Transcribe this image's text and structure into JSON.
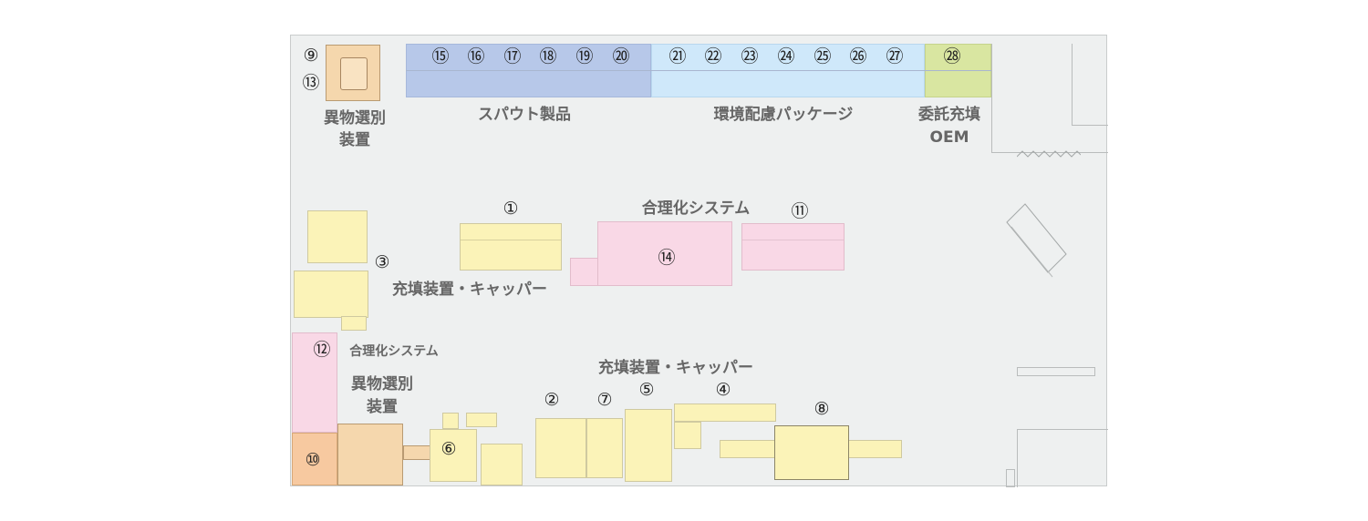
{
  "colors": {
    "spout": "#b7c8e9",
    "eco": "#cfe8fa",
    "oem": "#d9e6a1",
    "equipment": "#fbf3b8",
    "rationalization": "#f9d8e6",
    "foreign_detect": "#f7c9a0"
  },
  "top_numbers": [
    "⑨",
    "⑬",
    "⑮",
    "⑯",
    "⑰",
    "⑱",
    "⑲",
    "⑳",
    "㉑",
    "㉒",
    "㉓",
    "㉔",
    "㉕",
    "㉖",
    "㉗",
    "㉘"
  ],
  "labels": {
    "foreign_sort_top_line1": "異物選別",
    "foreign_sort_top_line2": "装置",
    "spout": "スパウト製品",
    "eco": "環境配慮パッケージ",
    "oem_line1": "委託充填",
    "oem_line2": "OEM",
    "rational_center": "合理化システム",
    "filler_left": "充填装置・キャッパー",
    "rational_left": "合理化システム",
    "foreign_sort_bottom_line1": "異物選別",
    "foreign_sort_bottom_line2": "装置",
    "filler_bottom": "充填装置・キャッパー"
  },
  "markers": {
    "m1": "①",
    "m2": "②",
    "m3": "③",
    "m4": "④",
    "m5": "⑤",
    "m6": "⑥",
    "m7": "⑦",
    "m8": "⑧",
    "m10": "⑩",
    "m11": "⑪",
    "m12": "⑫",
    "m14": "⑭"
  }
}
